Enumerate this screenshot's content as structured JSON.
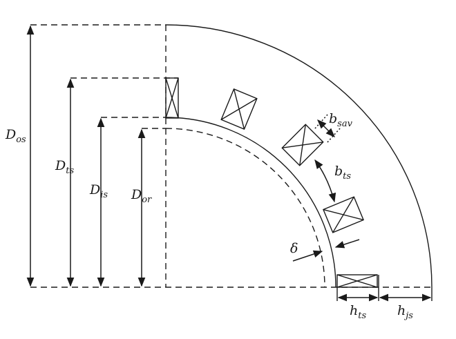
{
  "labels": {
    "d_os": {
      "main": "D",
      "sub": "os"
    },
    "d_ts": {
      "main": "D",
      "sub": "ts"
    },
    "d_is": {
      "main": "D",
      "sub": "is"
    },
    "d_or": {
      "main": "D",
      "sub": "or"
    },
    "b_sav": {
      "main": "b",
      "sub": "sav"
    },
    "b_ts": {
      "main": "b",
      "sub": "ts"
    },
    "delta": {
      "main": "δ",
      "sub": ""
    },
    "h_ts": {
      "main": "h",
      "sub": "ts"
    },
    "h_js": {
      "main": "h",
      "sub": "js"
    }
  },
  "colors": {
    "line": "#1a1a1a",
    "background": "#ffffff"
  }
}
